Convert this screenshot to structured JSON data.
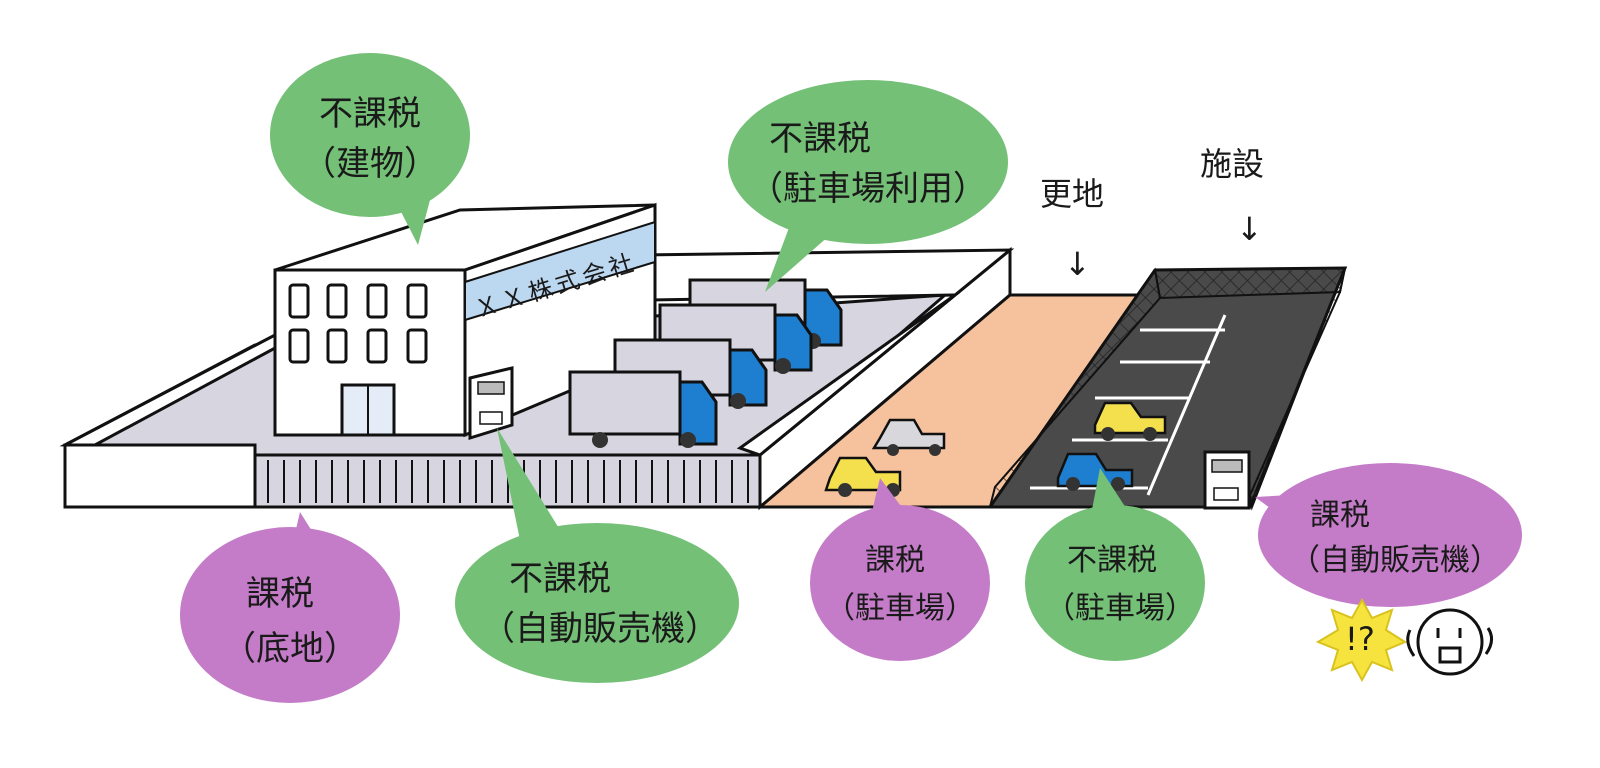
{
  "colors": {
    "taxable_bubble": "#c47cc8",
    "non_taxable_bubble": "#74c077",
    "vacant_lot": "#f5c29d",
    "parking_facility": "#4a4a4a",
    "ground": "#d6d5e0",
    "truck_cab": "#1e7fd0",
    "sign_band": "#bcd7f0"
  },
  "building": {
    "sign": "ＸＸ株式会社"
  },
  "labels": {
    "vacant_lot": "更地",
    "facility": "施設",
    "arrow": "↓"
  },
  "bubbles": {
    "building": {
      "line1": "不課税",
      "line2": "（建物）",
      "kind": "non-taxable"
    },
    "truck_parking": {
      "line1": "不課税",
      "line2": "（駐車場利用）",
      "kind": "non-taxable"
    },
    "land": {
      "line1": "課税",
      "line2": "（底地）",
      "kind": "taxable"
    },
    "vending_left": {
      "line1": "不課税",
      "line2": "（自動販売機）",
      "kind": "non-taxable"
    },
    "lot_parking": {
      "line1": "課税",
      "line2": "（駐車場）",
      "kind": "taxable"
    },
    "facility_parking": {
      "line1": "不課税",
      "line2": "（駐車場）",
      "kind": "non-taxable"
    },
    "vending_right": {
      "line1": "課税",
      "line2": "（自動販売機）",
      "kind": "taxable"
    }
  },
  "doodle": {
    "exclaim": "!?"
  }
}
